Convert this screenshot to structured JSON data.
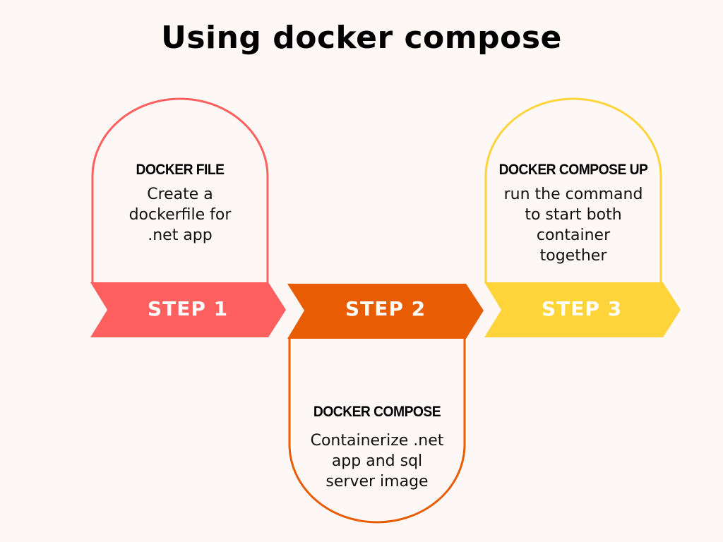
{
  "title": "Using docker compose",
  "colors": {
    "background": "#fdf8f6",
    "step1": "#fe5f5f",
    "step2": "#e85d04",
    "step3": "#ffd43b"
  },
  "steps": [
    {
      "label": "STEP 1",
      "heading": "DOCKER FILE",
      "lines": [
        "Create a",
        "dockerfile for",
        ".net app"
      ]
    },
    {
      "label": "STEP 2",
      "heading": "DOCKER COMPOSE",
      "lines": [
        "Containerize .net",
        "app and sql",
        "server image"
      ]
    },
    {
      "label": "STEP 3",
      "heading": "DOCKER COMPOSE UP",
      "lines": [
        "run the command",
        "to start both",
        "container",
        "together"
      ]
    }
  ]
}
